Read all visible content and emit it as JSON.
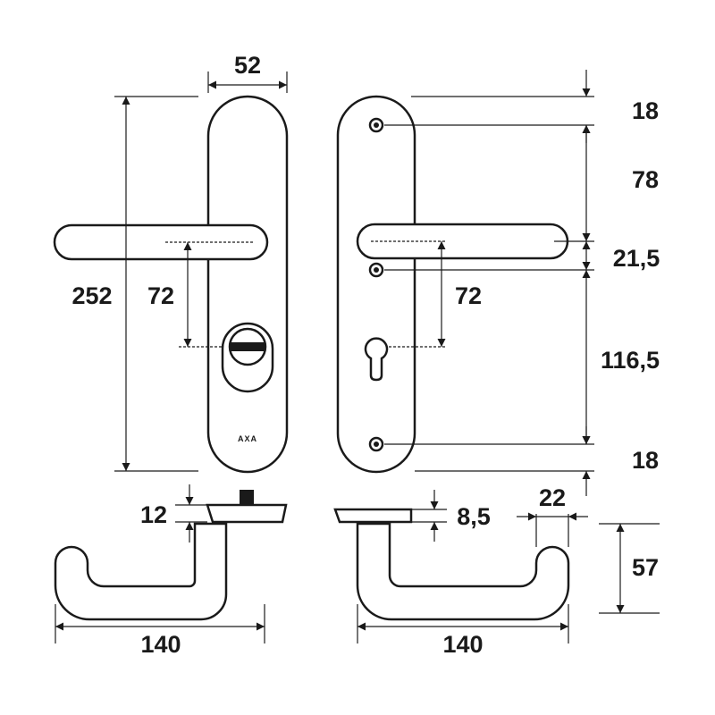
{
  "brand": {
    "logo_text": "AXA"
  },
  "dimensions": {
    "plate_width": "52",
    "plate_height": "252",
    "center_distance_left": "72",
    "center_distance_right": "72",
    "top_offset": "18",
    "screw_to_lever": "78",
    "lever_to_screw": "21,5",
    "screw_to_screw": "116,5",
    "bottom_offset": "18",
    "rose_thickness_left": "12",
    "rose_thickness_right": "8,5",
    "lever_diameter": "22",
    "lever_projection": "57",
    "lever_length_left": "140",
    "lever_length_right": "140"
  }
}
